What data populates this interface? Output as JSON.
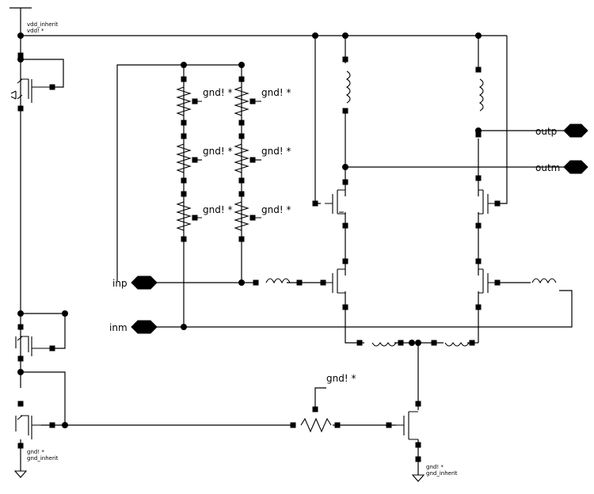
{
  "labels": {
    "vdd_top": [
      "vdd_inherit",
      "vdd! *"
    ],
    "gnd_bottom_left": [
      "gnd! *",
      "gnd_inherit"
    ],
    "gnd_bottom_mid": [
      "gnd! *",
      "gnd_inherit"
    ],
    "resistor_gnd": "gnd! *",
    "bias_gnd": "gnd! *"
  },
  "pins": {
    "inp": "inp",
    "inm": "inm",
    "outp": "outp",
    "outm": "outm"
  },
  "colors": {
    "wire": "#000000",
    "background": "#ffffff"
  }
}
